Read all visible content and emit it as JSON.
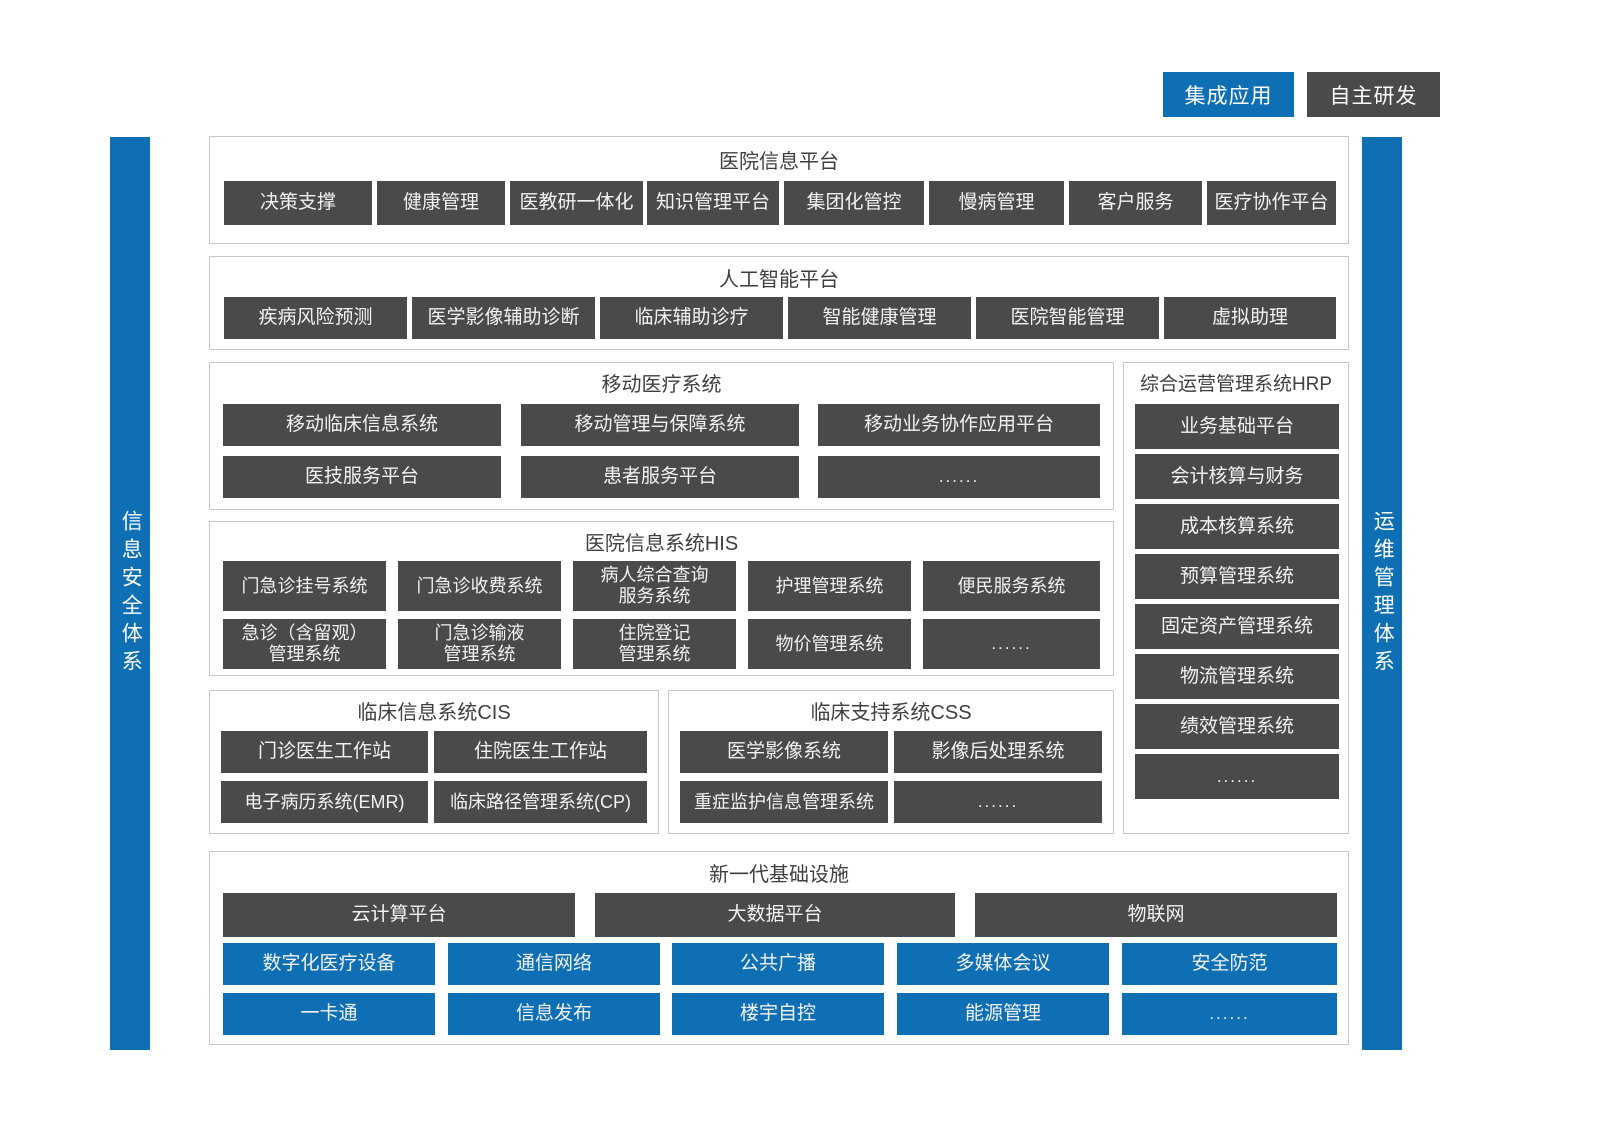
{
  "legend": {
    "integrated": {
      "label": "集成应用",
      "color": "#0f6fb5"
    },
    "self_developed": {
      "label": "自主研发",
      "color": "#4a4a4a"
    }
  },
  "sidebars": {
    "left": {
      "label": "信息安全体系",
      "color": "#0f6fb5"
    },
    "right": {
      "label": "运维管理体系",
      "color": "#0f6fb5"
    }
  },
  "ellipsis": "......",
  "sections": {
    "hospital_info_platform": {
      "title": "医院信息平台",
      "items": [
        "决策支撑",
        "健康管理",
        "医教研一体化",
        "知识管理平台",
        "集团化管控",
        "慢病管理",
        "客户服务",
        "医疗协作平台"
      ]
    },
    "ai_platform": {
      "title": "人工智能平台",
      "items": [
        "疾病风险预测",
        "医学影像辅助诊断",
        "临床辅助诊疗",
        "智能健康管理",
        "医院智能管理",
        "虚拟助理"
      ]
    },
    "mobile_medical": {
      "title": "移动医疗系统",
      "items": [
        "移动临床信息系统",
        "移动管理与保障系统",
        "移动业务协作应用平台",
        "医技服务平台",
        "患者服务平台",
        "......"
      ]
    },
    "his": {
      "title": "医院信息系统HIS",
      "items": [
        "门急诊挂号系统",
        "门急诊收费系统",
        "病人综合查询\n服务系统",
        "护理管理系统",
        "便民服务系统",
        "急诊（含留观）\n管理系统",
        "门急诊输液\n管理系统",
        "住院登记\n管理系统",
        "物价管理系统",
        "......"
      ]
    },
    "cis": {
      "title": "临床信息系统CIS",
      "items": [
        "门诊医生工作站",
        "住院医生工作站",
        "电子病历系统(EMR)",
        "临床路径管理系统(CP)"
      ]
    },
    "css_system": {
      "title": "临床支持系统CSS",
      "items": [
        "医学影像系统",
        "影像后处理系统",
        "重症监护信息管理系统",
        "......"
      ]
    },
    "hrp": {
      "title": "综合运营管理系统HRP",
      "items": [
        "业务基础平台",
        "会计核算与财务",
        "成本核算系统",
        "预算管理系统",
        "固定资产管理系统",
        "物流管理系统",
        "绩效管理系统",
        "......"
      ]
    },
    "infrastructure": {
      "title": "新一代基础设施",
      "dark_items": [
        "云计算平台",
        "大数据平台",
        "物联网"
      ],
      "blue_items": [
        "数字化医疗设备",
        "通信网络",
        "公共广播",
        "多媒体会议",
        "安全防范",
        "一卡通",
        "信息发布",
        "楼宇自控",
        "能源管理",
        "......"
      ]
    }
  }
}
